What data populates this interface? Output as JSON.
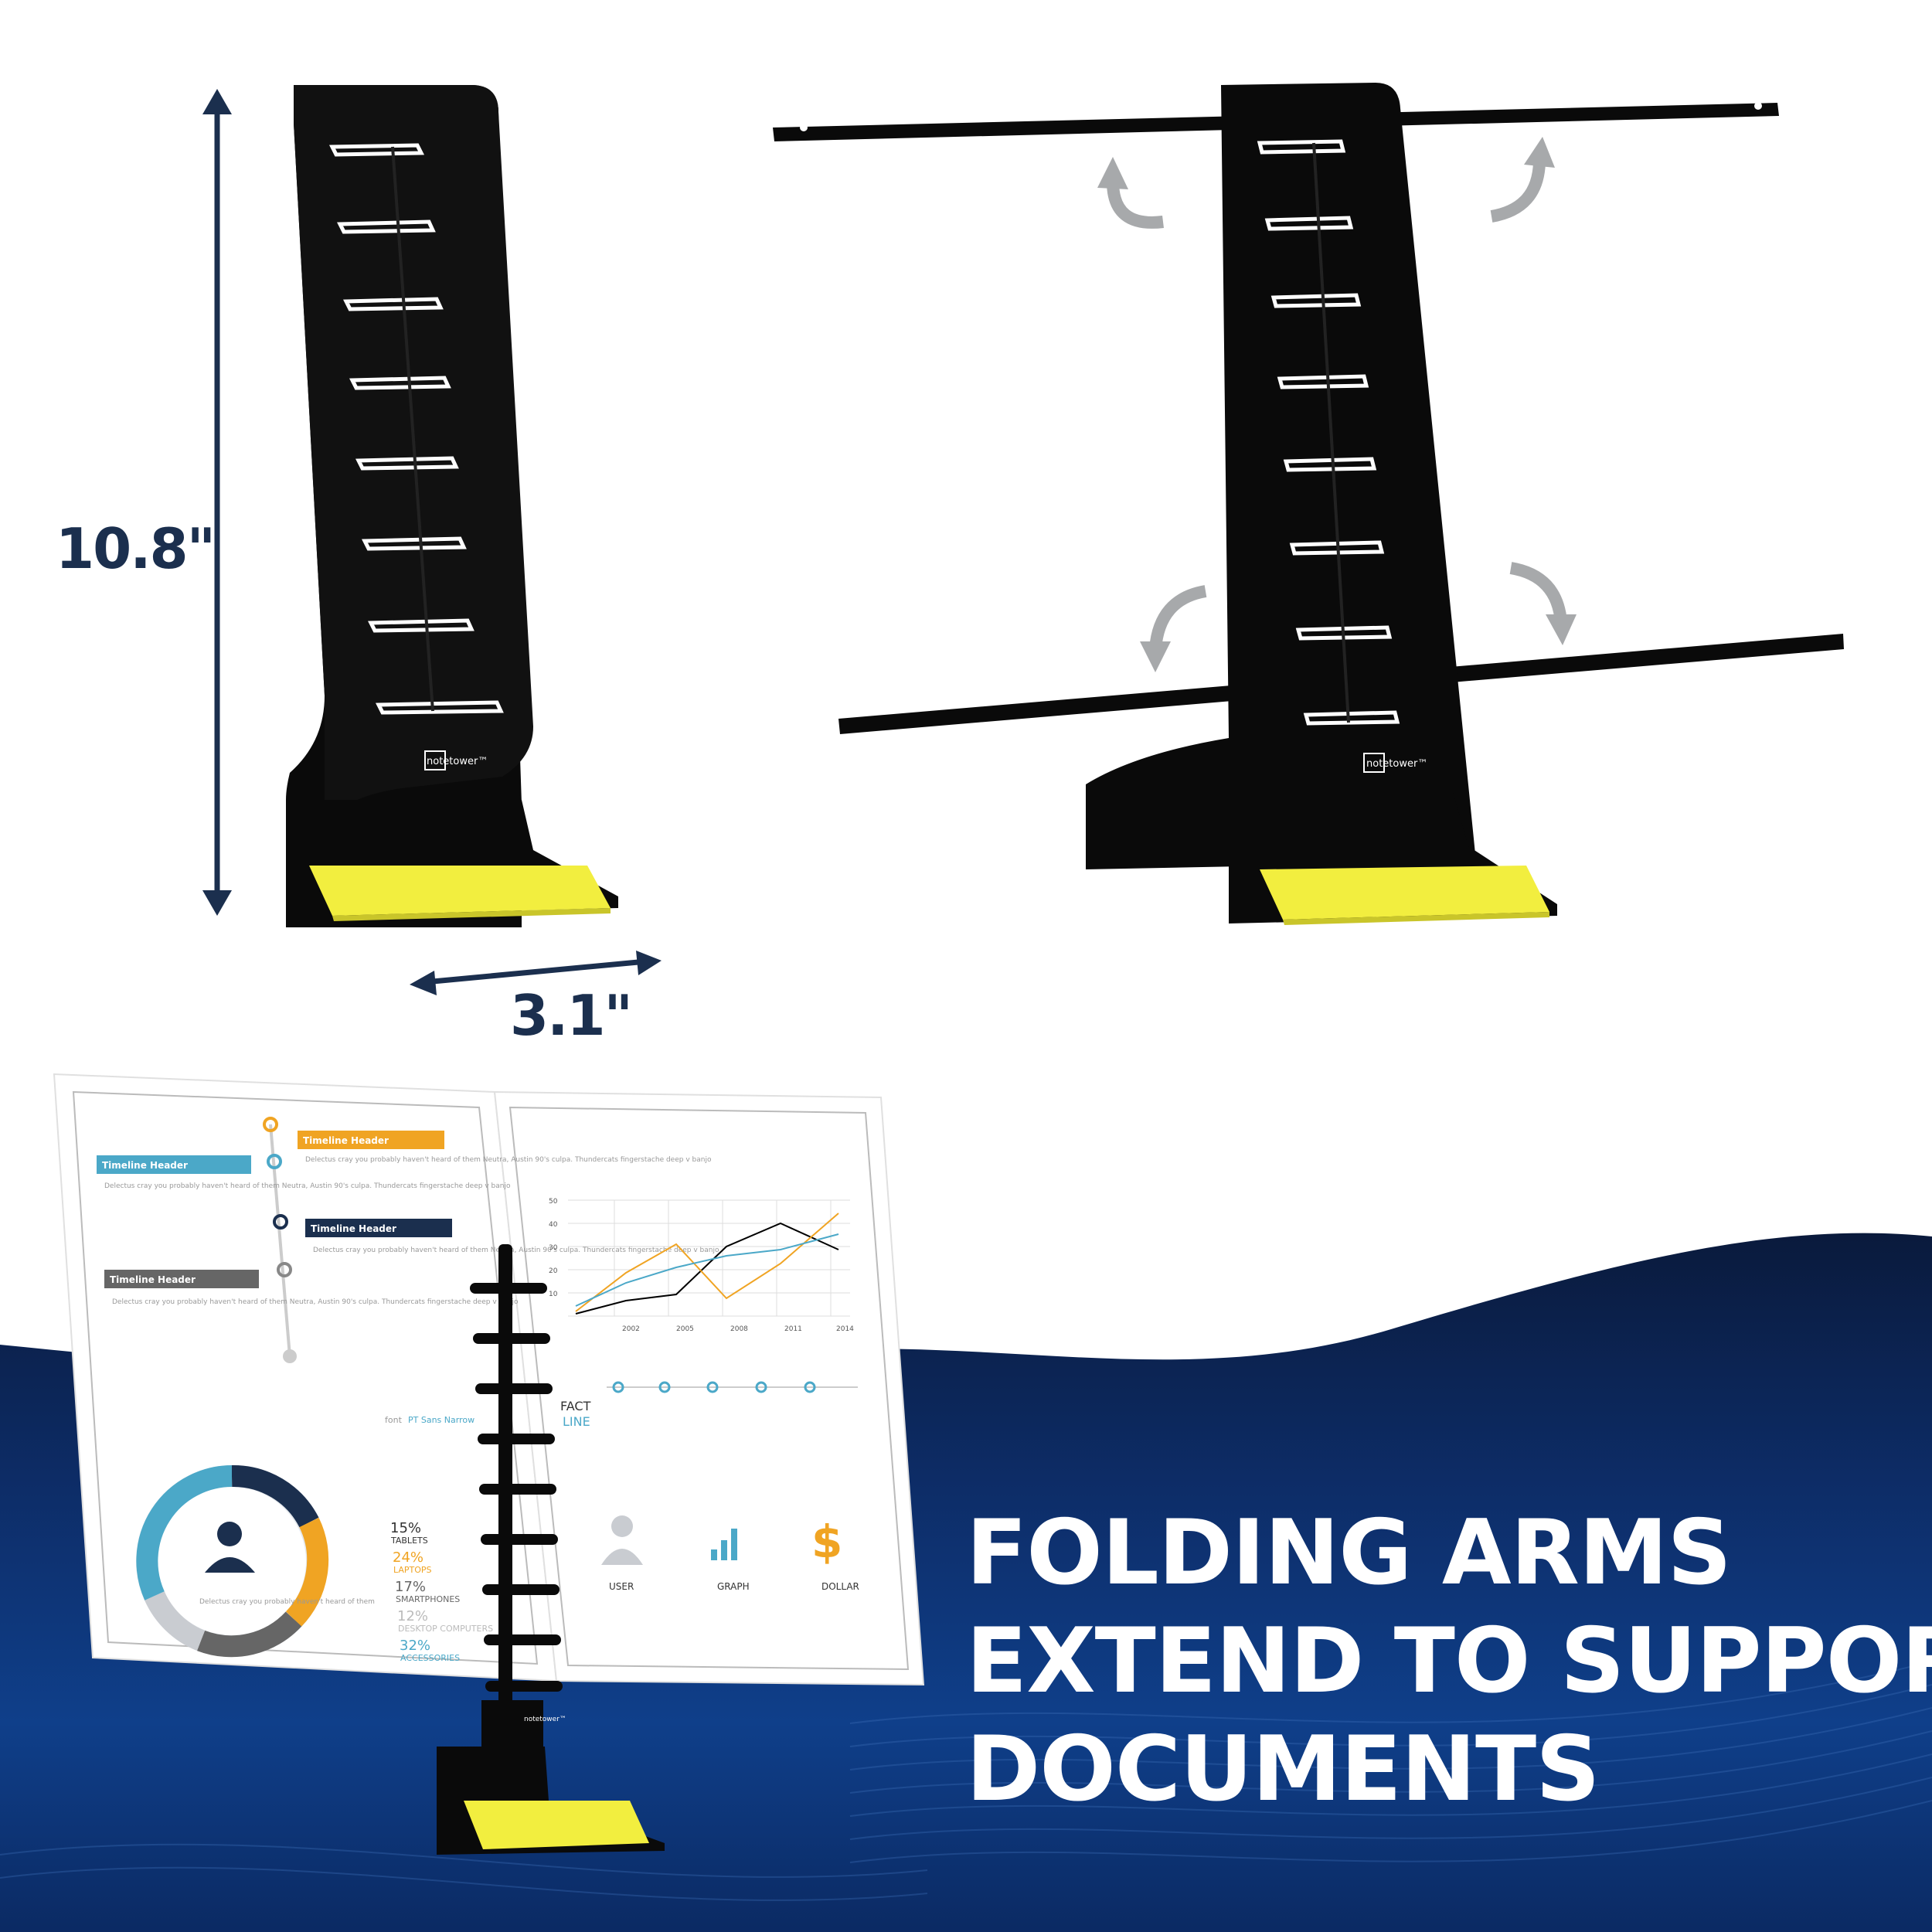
{
  "dimensions": {
    "height_label": "10.8\"",
    "width_label": "3.1\""
  },
  "product": {
    "brand": "notetower™"
  },
  "headline": {
    "line1": "FOLDING ARMS",
    "line2": "EXTEND TO SUPPORT",
    "line3": "DOCUMENTS"
  },
  "document": {
    "timeline_header": "Timeline Header",
    "timeline_body": "Delectus cray you probably haven't heard of them Neutra, Austin 90's culpa. Thundercats fingerstache deep v banjo",
    "font_label": "font",
    "font_name": "PT Sans Narrow",
    "chart_years": [
      "2002",
      "2005",
      "2008",
      "2011",
      "2014"
    ],
    "chart_yticks": [
      "50",
      "40",
      "30",
      "20",
      "10"
    ],
    "fact": "FACT",
    "line": "LINE",
    "stats": [
      {
        "pct": "15%",
        "label": "TABLETS"
      },
      {
        "pct": "24%",
        "label": "LAPTOPS"
      },
      {
        "pct": "17%",
        "label": "SMARTPHONES"
      },
      {
        "pct": "12%",
        "label": "DESKTOP COMPUTERS"
      },
      {
        "pct": "32%",
        "label": "ACCESSORIES"
      }
    ],
    "icons": {
      "user": "USER",
      "graph": "GRAPH",
      "dollar": "DOLLAR"
    },
    "donut_text": "Delectus cray you probably haven't heard of them"
  },
  "colors": {
    "navy": "#1b2f4e",
    "wave_dark": "#0a1a3c",
    "wave_blue": "#0f3f8a",
    "sticky_yellow": "#f2ee3f",
    "teal": "#4ba8c8",
    "orange": "#f0a423"
  }
}
